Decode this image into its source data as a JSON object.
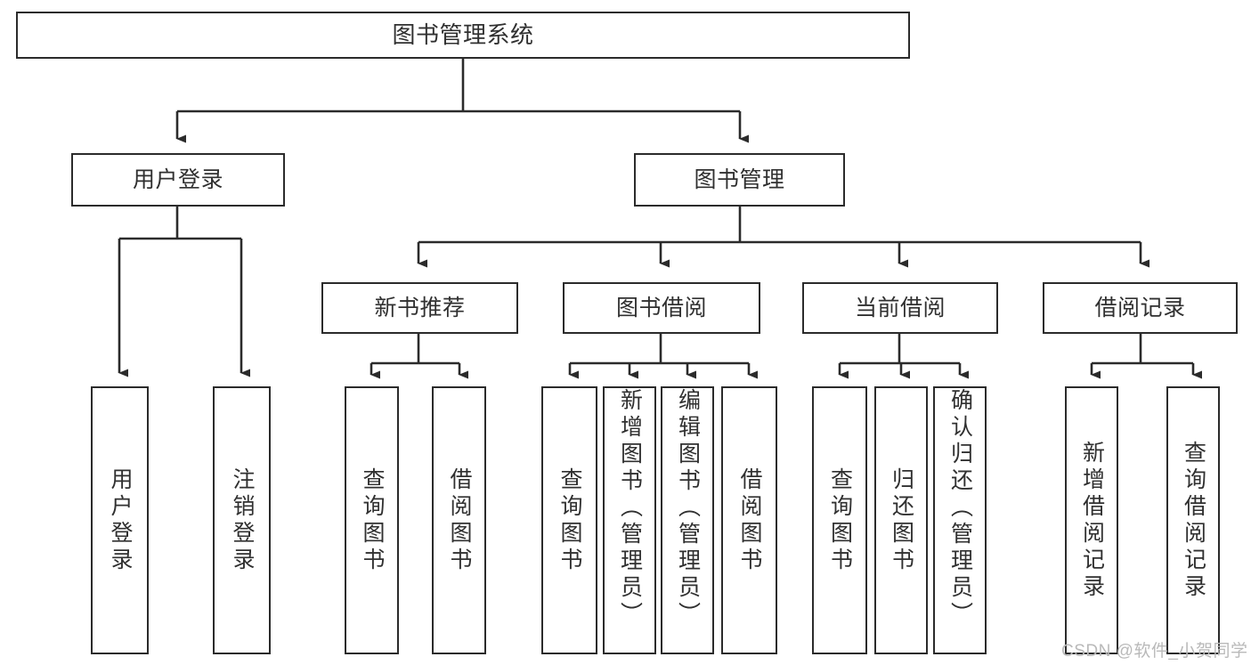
{
  "diagram": {
    "title": "图书管理系统",
    "type": "functional-structure-tree",
    "background_color": "#ffffff",
    "box_border_color": "#2b2b2b",
    "text_color": "#303030",
    "connector_color": "#2b2b2b"
  },
  "root": {
    "label": "图书管理系统"
  },
  "level2": [
    {
      "label": "用户登录"
    },
    {
      "label": "图书管理"
    }
  ],
  "level3": [
    {
      "label": "新书推荐"
    },
    {
      "label": "图书借阅"
    },
    {
      "label": "当前借阅"
    },
    {
      "label": "借阅记录"
    }
  ],
  "leaves": {
    "user_login": [
      {
        "label": "用户登录"
      },
      {
        "label": "注销登录"
      }
    ],
    "new_book_recommend": [
      {
        "label": "查询图书"
      },
      {
        "label": "借阅图书"
      }
    ],
    "book_borrow": [
      {
        "label": "查询图书"
      },
      {
        "label": "新增图书（管理员）"
      },
      {
        "label": "编辑图书（管理员）"
      },
      {
        "label": "借阅图书"
      }
    ],
    "current_borrow": [
      {
        "label": "查询图书"
      },
      {
        "label": "归还图书"
      },
      {
        "label": "确认归还（管理员）"
      }
    ],
    "borrow_record": [
      {
        "label": "新增借阅记录"
      },
      {
        "label": "查询借阅记录"
      }
    ]
  },
  "watermark": {
    "text": "CSDN @软件_小贺同学",
    "color": "#b9b9b9"
  }
}
